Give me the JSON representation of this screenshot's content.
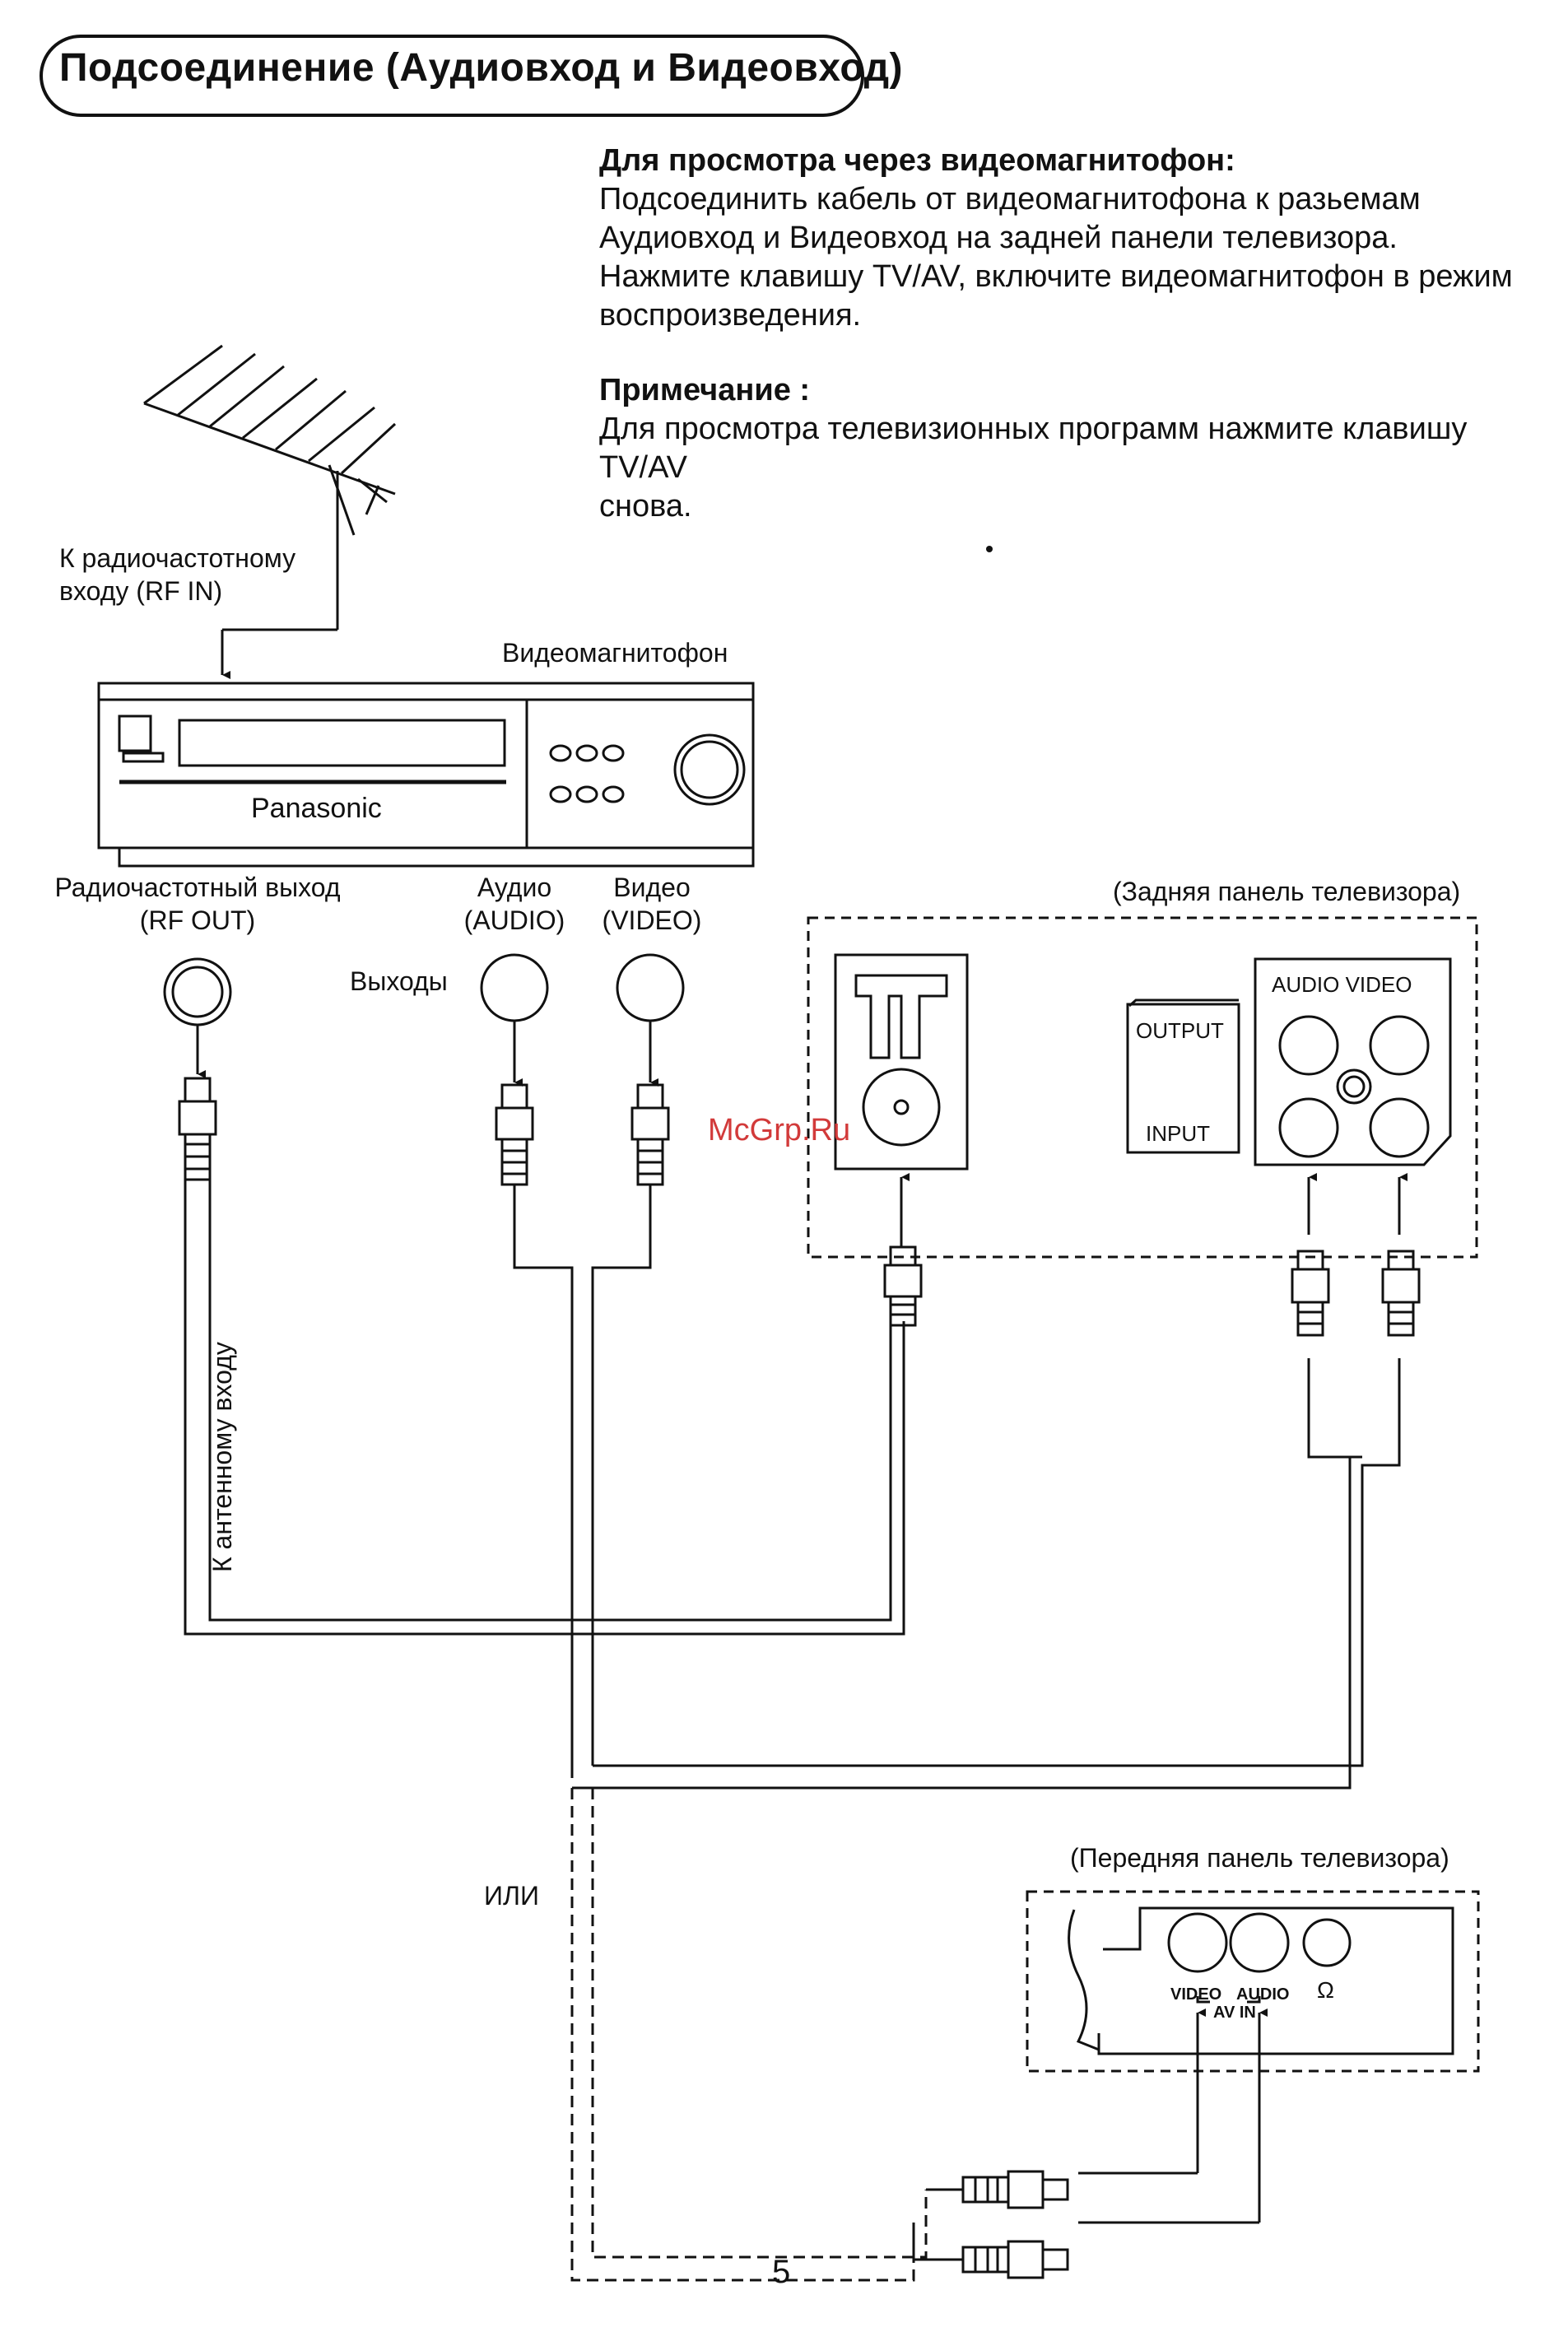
{
  "title": "Подсоединение (Аудиовход и Видеовход)",
  "instructions": {
    "heading": "Для просмотра через видеомагнитофон:",
    "lines": [
      "Подсоединить кабель от видеомагнитофона к разьемам",
      "Аудиовход и Видеовход на задней панели телевизора.",
      "Нажмите клавишу TV/AV, включите видеомагнитофон в режим",
      "воспроизведения."
    ],
    "note_heading": "Примечание :",
    "note_lines": [
      "Для просмотра телевизионных программ нажмите клавишу TV/AV",
      "снова."
    ]
  },
  "diagram": {
    "rf_in_label": [
      "К радиочастотному",
      "входу (RF IN)"
    ],
    "vcr_label": "Видеомагнитофон",
    "vcr_brand": "Panasonic",
    "rf_out_label": [
      "Радиочастотный выход",
      "(RF OUT)"
    ],
    "audio_label": [
      "Аудио",
      "(AUDIO)"
    ],
    "video_label": [
      "Видео",
      "(VIDEO)"
    ],
    "outputs_label": "Выходы",
    "rear_panel_label": "(Задняя панель телевизора)",
    "rear_audio_video": "AUDIO VIDEO",
    "rear_output": "OUTPUT",
    "rear_input": "INPUT",
    "antenna_input_label": "К антенному входу",
    "or_label": "ИЛИ",
    "front_panel_label": "(Передняя панель телевизора)",
    "front_video": "VIDEO",
    "front_audio": "AUDIO",
    "front_av_in": "AV IN",
    "headphone_symbol": "Ω"
  },
  "watermark": "McGrp.Ru",
  "page_number": "5"
}
